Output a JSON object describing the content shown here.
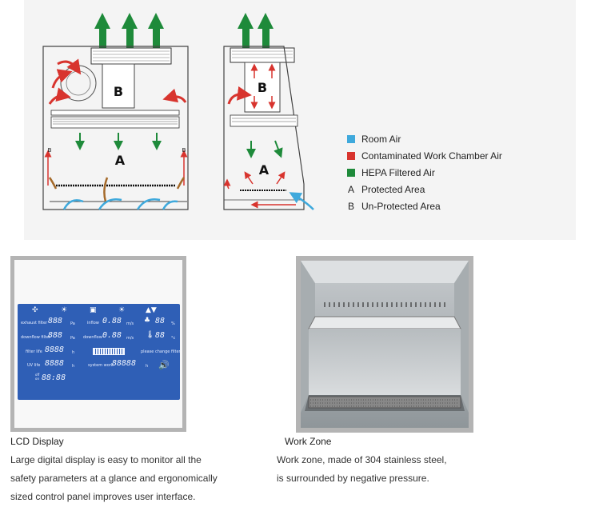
{
  "legend": {
    "items": [
      {
        "swatch_color": "#3fa9dc",
        "label": "Room Air"
      },
      {
        "swatch_color": "#d8342e",
        "label": "Contaminated Work Chamber Air"
      },
      {
        "swatch_color": "#1e8a3a",
        "label": "HEPA Filtered Air"
      },
      {
        "key": "A",
        "label": "Protected Area"
      },
      {
        "key": "B",
        "label": "Un-Protected Area"
      }
    ]
  },
  "diagram": {
    "front_label_b": "B",
    "front_label_a": "A",
    "front_side_b_left": "B",
    "front_side_b_right": "B",
    "side_label_b": "B",
    "side_label_a": "A"
  },
  "lcd": {
    "exhaust_label": "exhaust filter",
    "exhaust_value": "888",
    "exhaust_unit": "Pa",
    "downflow_label": "downflow filter",
    "downflow_value": "888",
    "downflow_unit": "Pa",
    "filter_life_label": "filter life",
    "filter_life_value": "8888",
    "filter_life_unit": "h",
    "uv_life_label": "UV life",
    "uv_life_value": "8888",
    "uv_life_unit": "h",
    "clock_prefix": "off on",
    "clock_value": "88:88",
    "inflow_label": "inflow",
    "inflow_value": "0.88",
    "inflow_unit": "m/s",
    "downflow2_label": "downflow",
    "downflow2_value": "0.88",
    "downflow2_unit": "m/s",
    "system_work_label": "system work",
    "system_work_value": "88888",
    "system_work_unit": "h",
    "humidity_value": "88",
    "humidity_unit": "%",
    "temp_value": "88",
    "temp_unit": "°c",
    "change_filter": "please change filter"
  },
  "captions": {
    "lcd_title": "LCD Display",
    "lcd_lines": [
      "Large digital display is easy to monitor all the",
      "safety parameters at a glance and ergonomically",
      "sized control panel improves user interface."
    ],
    "wz_title": "Work Zone",
    "wz_lines": [
      "Work zone, made of 304 stainless steel,",
      "is surrounded by negative pressure."
    ]
  }
}
